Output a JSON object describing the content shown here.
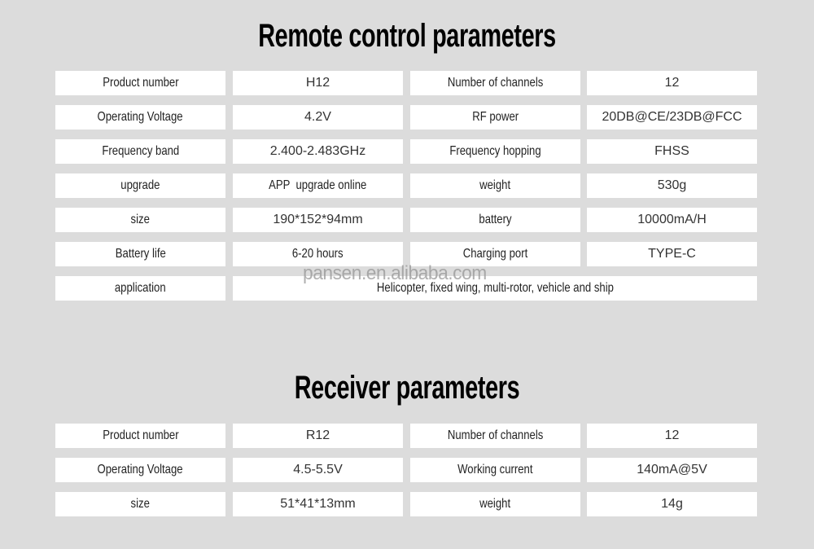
{
  "remote_control": {
    "title": "Remote control parameters",
    "rows": [
      {
        "label1": "Product number",
        "value1": "H12",
        "label2": "Number of channels",
        "value2": "12"
      },
      {
        "label1": "Operating Voltage",
        "value1": "4.2V",
        "label2": "RF power",
        "value2": "20DB@CE/23DB@FCC"
      },
      {
        "label1": "Frequency band",
        "value1": "2.400-2.483GHz",
        "label2": "Frequency hopping",
        "value2": "FHSS"
      },
      {
        "label1": "upgrade",
        "value1": "APP  upgrade online",
        "label2": "weight",
        "value2": "530g"
      },
      {
        "label1": "size",
        "value1": "190*152*94mm",
        "label2": "battery",
        "value2": "10000mA/H"
      },
      {
        "label1": "Battery life",
        "value1": "6-20 hours",
        "label2": "Charging port",
        "value2": "TYPE-C"
      }
    ],
    "application": {
      "label": "application",
      "value": "Helicopter, fixed wing, multi-rotor, vehicle and ship"
    }
  },
  "receiver": {
    "title": "Receiver parameters",
    "rows": [
      {
        "label1": "Product number",
        "value1": "R12",
        "label2": "Number of channels",
        "value2": "12"
      },
      {
        "label1": "Operating Voltage",
        "value1": "4.5-5.5V",
        "label2": "Working current",
        "value2": "140mA@5V"
      },
      {
        "label1": "size",
        "value1": "51*41*13mm",
        "label2": "weight",
        "value2": "14g"
      }
    ]
  },
  "watermark": "pansen.en.alibaba.com"
}
